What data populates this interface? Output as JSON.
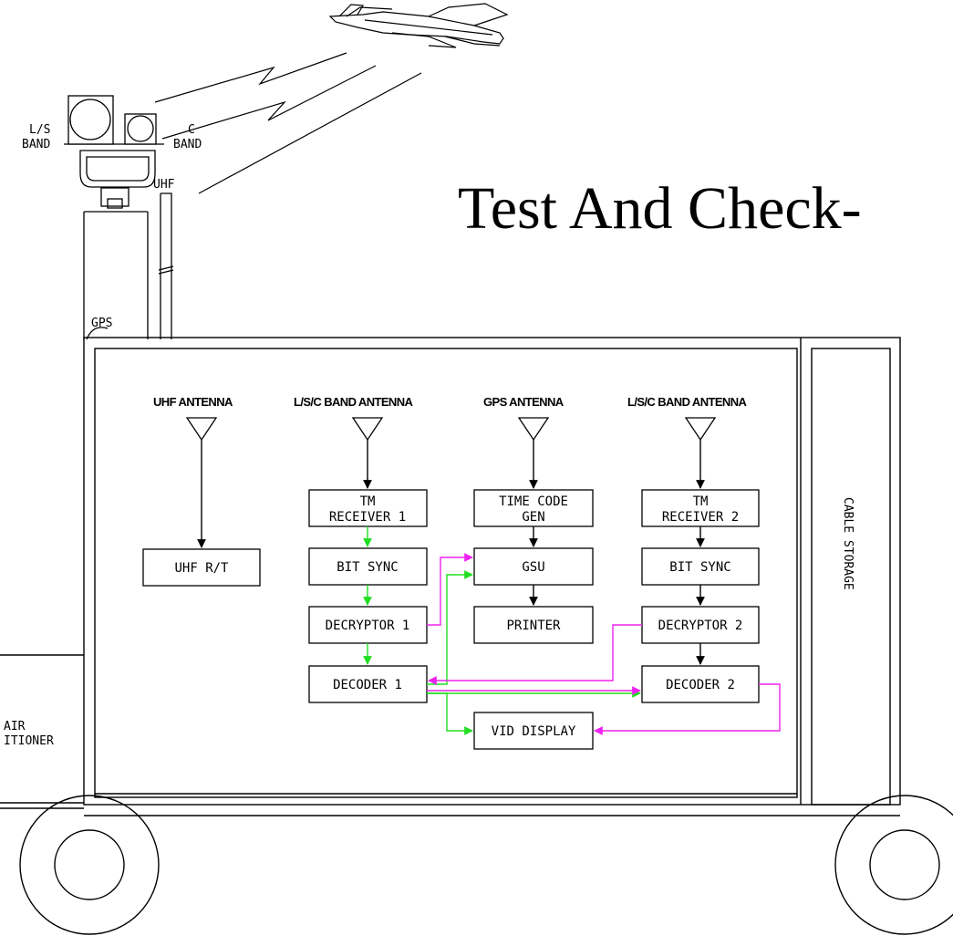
{
  "title": "Test And Check-",
  "external_labels": {
    "ls_band": [
      "L/S",
      "BAND"
    ],
    "c_band": [
      "C",
      "BAND"
    ],
    "uhf": "UHF",
    "gps": "GPS",
    "air_conditioner": [
      "AIR",
      "ITIONER"
    ],
    "cable_storage": "CABLE STORAGE"
  },
  "antennas": {
    "uhf": "UHF ANTENNA",
    "lsc_1": "L/S/C BAND ANTENNA",
    "gps": "GPS ANTENNA",
    "lsc_2": "L/S/C BAND ANTENNA"
  },
  "blocks": {
    "uhf_rt": [
      "UHF R/T"
    ],
    "tm_receiver_1": [
      "TM",
      "RECEIVER 1"
    ],
    "bit_sync_1": [
      "BIT SYNC"
    ],
    "decryptor_1": [
      "DECRYPTOR 1"
    ],
    "decoder_1": [
      "DECODER 1"
    ],
    "time_code_gen": [
      "TIME CODE",
      "GEN"
    ],
    "gsu": [
      "GSU"
    ],
    "printer": [
      "PRINTER"
    ],
    "vid_display": [
      "VID DISPLAY"
    ],
    "tm_receiver_2": [
      "TM",
      "RECEIVER 2"
    ],
    "bit_sync_2": [
      "BIT SYNC"
    ],
    "decryptor_2": [
      "DECRYPTOR 2"
    ],
    "decoder_2": [
      "DECODER 2"
    ]
  },
  "colors": {
    "line": "#000000",
    "green_signal": "#22dd22",
    "magenta_signal": "#ee22ee"
  }
}
